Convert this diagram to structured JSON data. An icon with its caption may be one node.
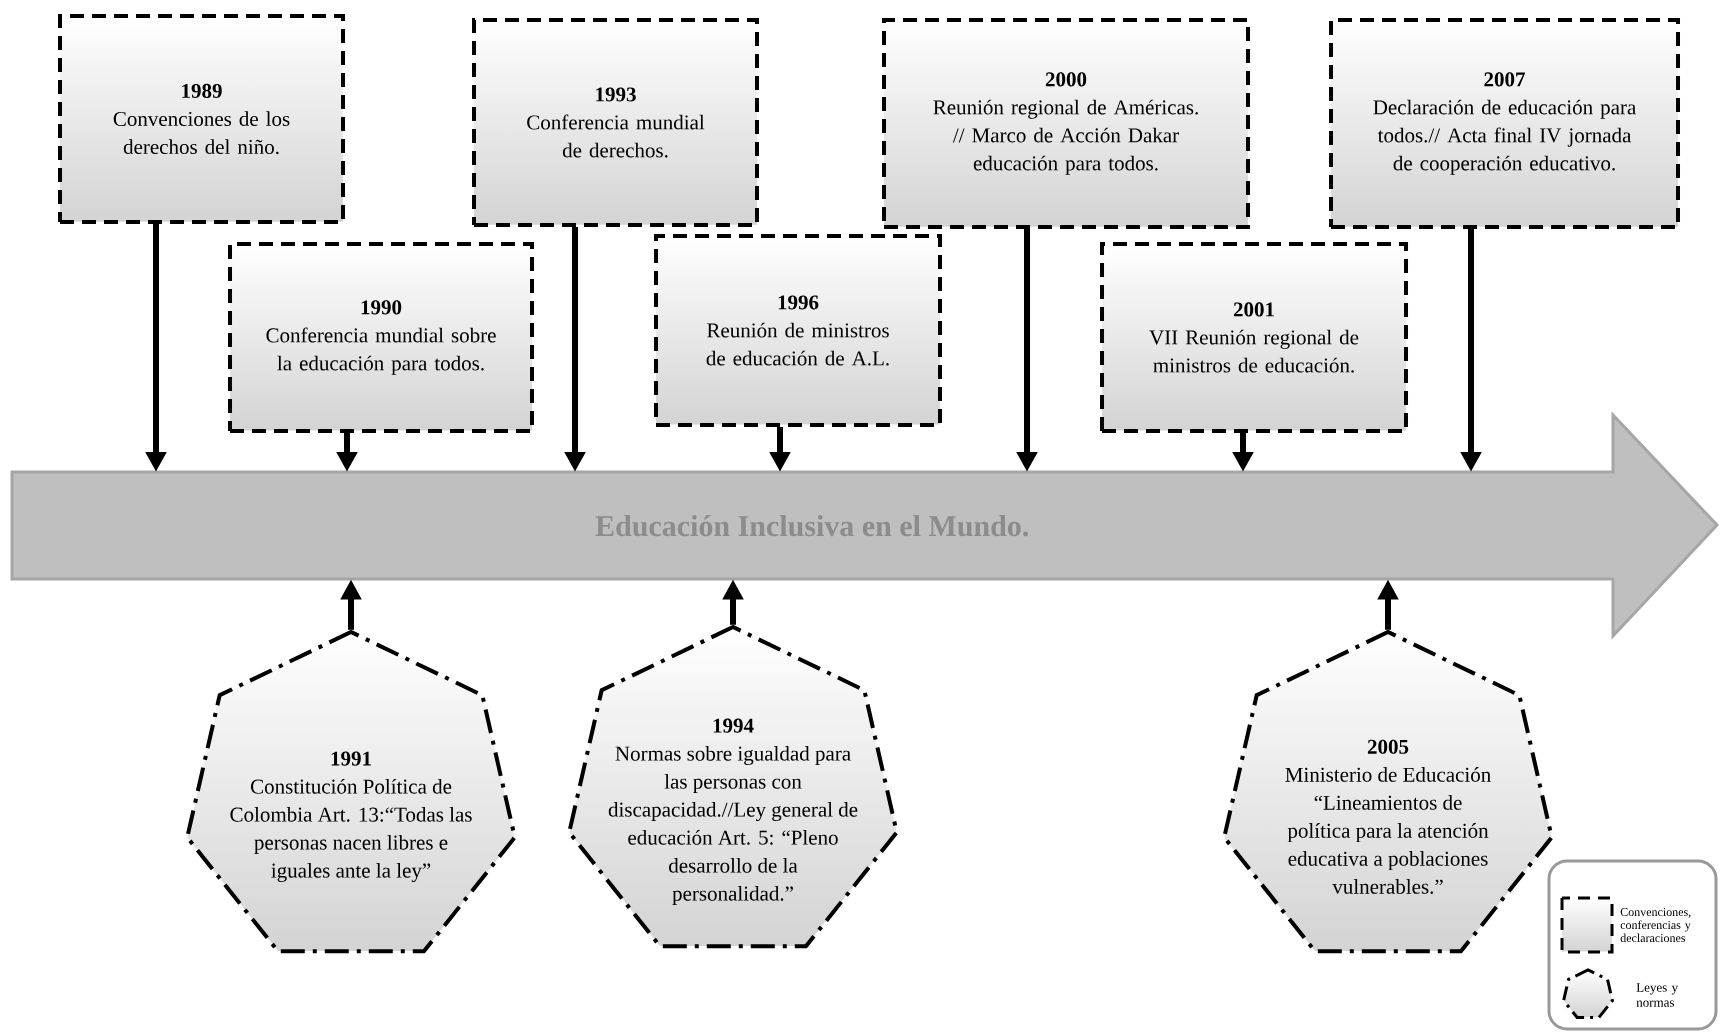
{
  "diagram": {
    "nodes": [
      {
        "text": [
          "Educación Inclusiva en el Mundo."
        ]
      },
      {
        "text": [
          "1989",
          "Convenciones de los derechos del niño."
        ]
      },
      {
        "text": [
          "1990",
          "Conferencia mundial sobre la educación para todos."
        ]
      },
      {
        "text": [
          "1993",
          "Conferencia mundial de derechos."
        ]
      },
      {
        "text": [
          "1996",
          "Reunión de ministros de educación de A.L."
        ]
      },
      {
        "text": [
          "2000",
          "Reunión regional de Américas. // Marco de Acción Dakar educación para todos."
        ]
      },
      {
        "text": [
          "2001",
          "VII Reunión regional de ministros de educación."
        ]
      },
      {
        "text": [
          "2007",
          "Declaración de educación para todos.// Acta final IV jornada de cooperación educativo."
        ]
      },
      {
        "text": [
          "1991",
          "Constitución Política de Colombia Art. 13:“Todas las personas nacen libres e iguales ante la ley”"
        ]
      },
      {
        "text": [
          "1994",
          "Normas sobre igualdad para las personas con discapacidad.//Ley general de educación Art. 5: “Pleno desarrollo de la personalidad.”"
        ]
      },
      {
        "text": [
          "2005",
          "Ministerio de Educación “Lineamientos de política para la atención educativa a poblaciones vulnerables.”"
        ]
      }
    ],
    "edges": [
      {
        "from": 1,
        "to": 0,
        "arrow": "to"
      },
      {
        "from": 2,
        "to": 0,
        "arrow": "to"
      },
      {
        "from": 3,
        "to": 0,
        "arrow": "to"
      },
      {
        "from": 4,
        "to": 0,
        "arrow": "to"
      },
      {
        "from": 5,
        "to": 0,
        "arrow": "to"
      },
      {
        "from": 6,
        "to": 0,
        "arrow": "to"
      },
      {
        "from": 7,
        "to": 0,
        "arrow": "to"
      },
      {
        "from": 8,
        "to": 0,
        "arrow": "to"
      },
      {
        "from": 9,
        "to": 0,
        "arrow": "to"
      },
      {
        "from": 10,
        "to": 0,
        "arrow": "to"
      }
    ],
    "legend": [
      {
        "text": "Convenciones, conferencias y declaraciones"
      },
      {
        "text": "Leyes y normas"
      }
    ]
  }
}
